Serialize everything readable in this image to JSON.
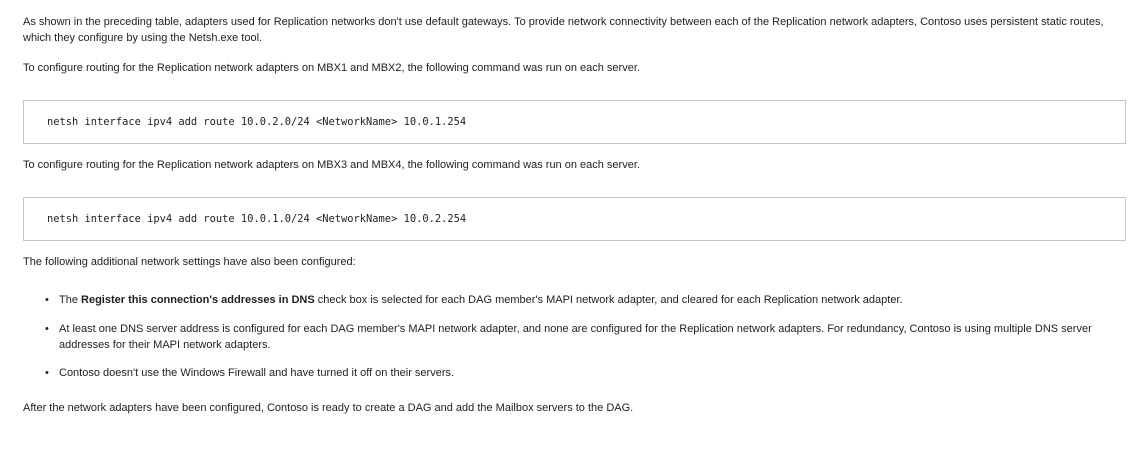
{
  "paragraphs": {
    "intro": "As shown in the preceding table, adapters used for Replication networks don't use default gateways. To provide network connectivity between each of the Replication network adapters, Contoso uses persistent static routes, which they configure by using the Netsh.exe tool.",
    "mbx12": "To configure routing for the Replication network adapters on MBX1 and MBX2, the following command was run on each server.",
    "mbx34": "To configure routing for the Replication network adapters on MBX3 and MBX4, the following command was run on each server.",
    "additional": "The following additional network settings have also been configured:",
    "closing": "After the network adapters have been configured, Contoso is ready to create a DAG and add the Mailbox servers to the DAG."
  },
  "code_blocks": {
    "mbx12_command": "netsh interface ipv4 add route 10.0.2.0/24 <NetworkName> 10.0.1.254",
    "mbx34_command": "netsh interface ipv4 add route 10.0.1.0/24 <NetworkName> 10.0.2.254"
  },
  "bullets": {
    "bullet_char": "•",
    "item1_prefix": "The ",
    "item1_bold": "Register this connection's addresses in DNS",
    "item1_suffix": " check box is selected for each DAG member's MAPI network adapter, and cleared for each Replication network adapter.",
    "item2": "At least one DNS server address is configured for each DAG member's MAPI network adapter, and none are configured for the Replication network adapters. For redundancy, Contoso is using multiple DNS server addresses for their MAPI network adapters.",
    "item3": "Contoso doesn't use the Windows Firewall and have turned it off on their servers."
  }
}
